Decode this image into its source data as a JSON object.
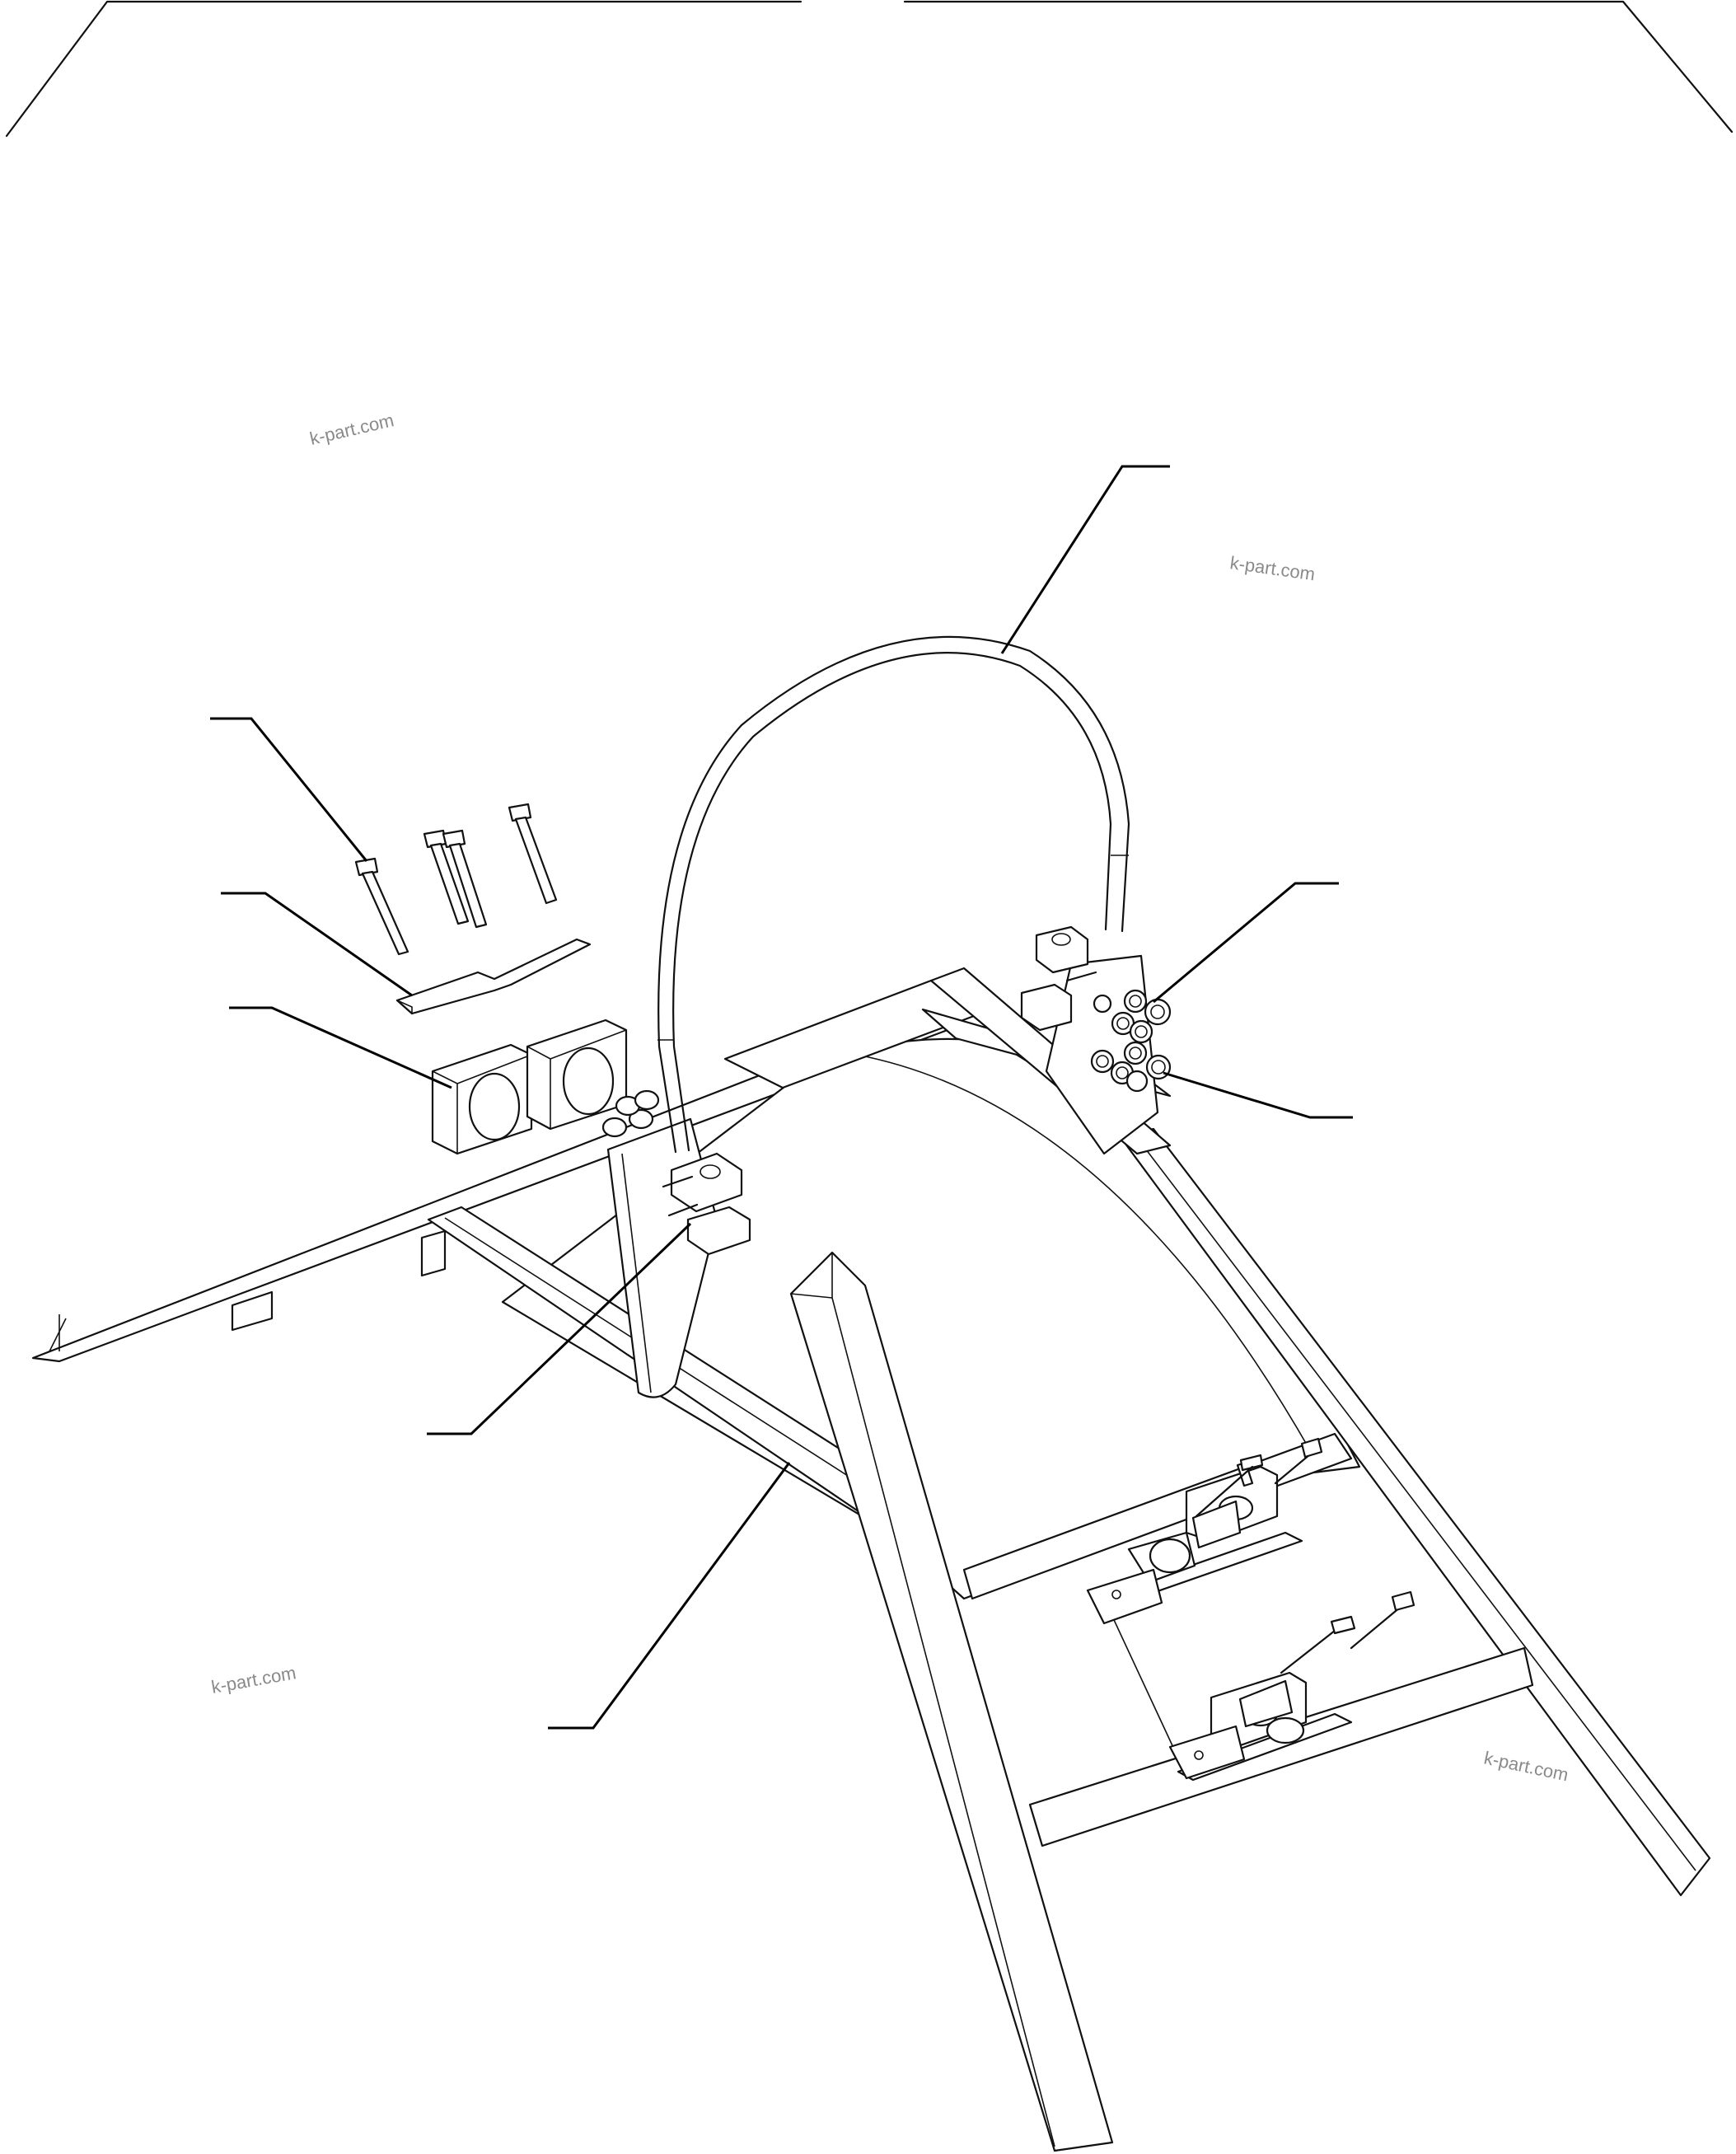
{
  "watermarks": [
    "k-part.com",
    "k-part.com",
    "k-part.com",
    "k-part.com"
  ],
  "colors": {
    "line": "#111111",
    "background": "#ffffff",
    "watermark": "#8a8a8a"
  },
  "callouts": [
    {
      "id": "bolts",
      "label": ""
    },
    {
      "id": "plate",
      "label": ""
    },
    {
      "id": "clamp-blocks",
      "label": ""
    },
    {
      "id": "tube-arc",
      "label": ""
    },
    {
      "id": "right-hardware-upper",
      "label": ""
    },
    {
      "id": "right-hardware-lower",
      "label": ""
    },
    {
      "id": "left-bracket",
      "label": ""
    },
    {
      "id": "frame",
      "label": ""
    }
  ]
}
